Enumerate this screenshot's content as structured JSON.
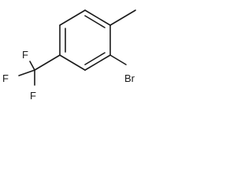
{
  "molecule": {
    "atoms": {
      "bromine": "Br",
      "fluorine_top": "F",
      "fluorine_left": "F",
      "fluorine_bottom": "F"
    },
    "colors": {
      "bond": "#1a1a1a",
      "label": "#1a1a1a",
      "background": "#ffffff"
    }
  }
}
